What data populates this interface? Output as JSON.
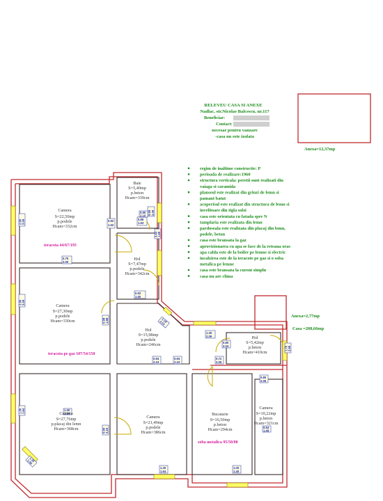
{
  "title_block": {
    "line1": "RELEVEU CASA SI ANEXE",
    "line2": "Nadlac, str.Nicolae Balcescu, nr.117",
    "line3": "Beneficiar:",
    "line4": "Contact:",
    "line5": "necesar pentru vanzare",
    "line6": "-casa nu este izolata"
  },
  "areas": {
    "anexa1": "Anexa=12,37mp",
    "anexa2": "Anexa=2,77mp",
    "casa": "Casa =208,66mp"
  },
  "notes": [
    "regim de inaltime constructie: P",
    "perioada de realizare:1960",
    "structura verticala: peretii sunt realizati din",
    "vaiaga si caramida",
    "planseul este realizat din grinzi de lemn si",
    "pamant batut",
    "acoperisul este realizat din structura de lemn si",
    "invelitoare din tigla solzi",
    "casa este orientata cu fatada spre N",
    "tamplaria este realizata din lemn",
    "pardoseala este realizata din placaj din lemn,",
    "podele, beton",
    "casa este bransata la gaz",
    "aprovizionarea cu apa se face de la reteaua oras",
    "apa calda este de la boiler pe lemne si electric",
    "incalzirea este de la teracote pe gaz si o soba",
    "metalica pe lemne",
    "casa este bransata la curent simplu",
    "casa nu are clima"
  ],
  "rooms": [
    {
      "name": "Camera",
      "area": "S=22,50mp",
      "floor": "p.podele",
      "height": "Hcam=332cm"
    },
    {
      "name": "Baie",
      "area": "S=5,40mp",
      "floor": "p.beton",
      "height": "Hcam=339cm"
    },
    {
      "name": "Hol",
      "area": "S=7,47mp",
      "floor": "p.podele",
      "height": "Hcam=342cm"
    },
    {
      "name": "Camera",
      "area": "S=27,30mp",
      "floor": "p.podele",
      "height": "Hcam=330cm"
    },
    {
      "name": "Hol",
      "area": "S=15,98mp",
      "floor": "p.podele",
      "height": "Hcam=246cm"
    },
    {
      "name": "Hol",
      "area": "S=5,42mp",
      "floor": "p.beton",
      "height": "Hcam=410cm"
    },
    {
      "name": "Camera",
      "area": "S=27,76mp",
      "floor": "p.placaj din lemn",
      "height": "Hcam=368cm"
    },
    {
      "name": "Camera",
      "area": "S=21,49mp",
      "floor": "p.podele",
      "height": "Hcam=386cm"
    },
    {
      "name": "Bucatarie",
      "area": "S=16,50mp",
      "floor": "p.beton",
      "height": "Hcam=294cm"
    },
    {
      "name": "Camera",
      "area": "S=10,22mp",
      "floor": "p.beton",
      "height": "Hcam=321cm"
    }
  ],
  "stoves": [
    "teracota 44/67/195",
    "teracota pe gaz 107/54/150",
    "soba metalica 95/50/80"
  ],
  "dims": [
    {
      "a": "2.90",
      "b": "2.09"
    },
    {
      "a": "0.92",
      "b": "1.52"
    },
    {
      "a": "0.85",
      "b": "1.53"
    },
    {
      "a": "0.75",
      "b": "2.00"
    },
    {
      "a": "0.92",
      "b": "1.50"
    },
    {
      "a": "0.55",
      "b": "2.09"
    },
    {
      "a": "2.43",
      "b": "1.69"
    },
    {
      "a": "0.90",
      "b": "2.10"
    },
    {
      "a": "2.90",
      "b": "2.09"
    },
    {
      "a": "0.98",
      "b": "1.58"
    },
    {
      "a": "1.18",
      "b": "2.03"
    },
    {
      "a": "1.30",
      "b": "2.09"
    },
    {
      "a": "0.94",
      "b": "2.23"
    },
    {
      "a": "0.94",
      "b": "2.23"
    },
    {
      "a": "0.72",
      "b": "2.06"
    },
    {
      "a": "0.80",
      "b": "2.04"
    },
    {
      "a": "1.70",
      "b": "2.99"
    },
    {
      "a": "0.80",
      "b": "2.06"
    },
    {
      "a": "1.30",
      "b": "1.64"
    },
    {
      "a": "0.94",
      "b": "2.23"
    },
    {
      "a": "1.35",
      "b": "1.56"
    },
    {
      "a": "1.30",
      "b": "1.64"
    },
    {
      "a": "1.00",
      "b": "1.40"
    },
    {
      "a": "1.30",
      "b": "1.64"
    },
    {
      "a": "0.64",
      "b": "1.49"
    }
  ]
}
